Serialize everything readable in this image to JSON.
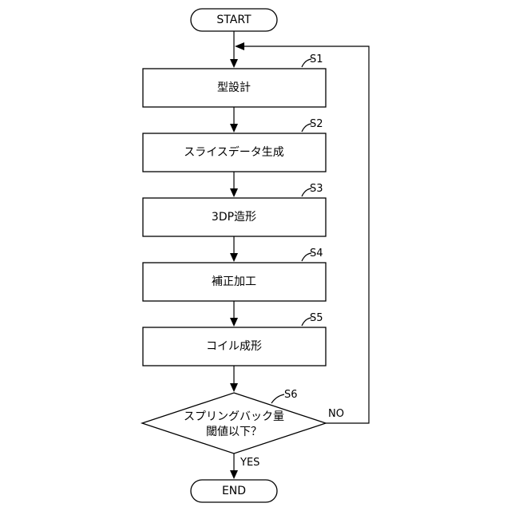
{
  "flowchart": {
    "start": "START",
    "end": "END",
    "steps": [
      {
        "id": "S1",
        "label": "型設計"
      },
      {
        "id": "S2",
        "label": "スライスデータ生成"
      },
      {
        "id": "S3",
        "label": "3DP造形"
      },
      {
        "id": "S4",
        "label": "補正加工"
      },
      {
        "id": "S5",
        "label": "コイル成形"
      }
    ],
    "decision": {
      "id": "S6",
      "line1": "スプリングバック量",
      "line2": "閾値以下？",
      "yes": "YES",
      "no": "NO"
    }
  }
}
